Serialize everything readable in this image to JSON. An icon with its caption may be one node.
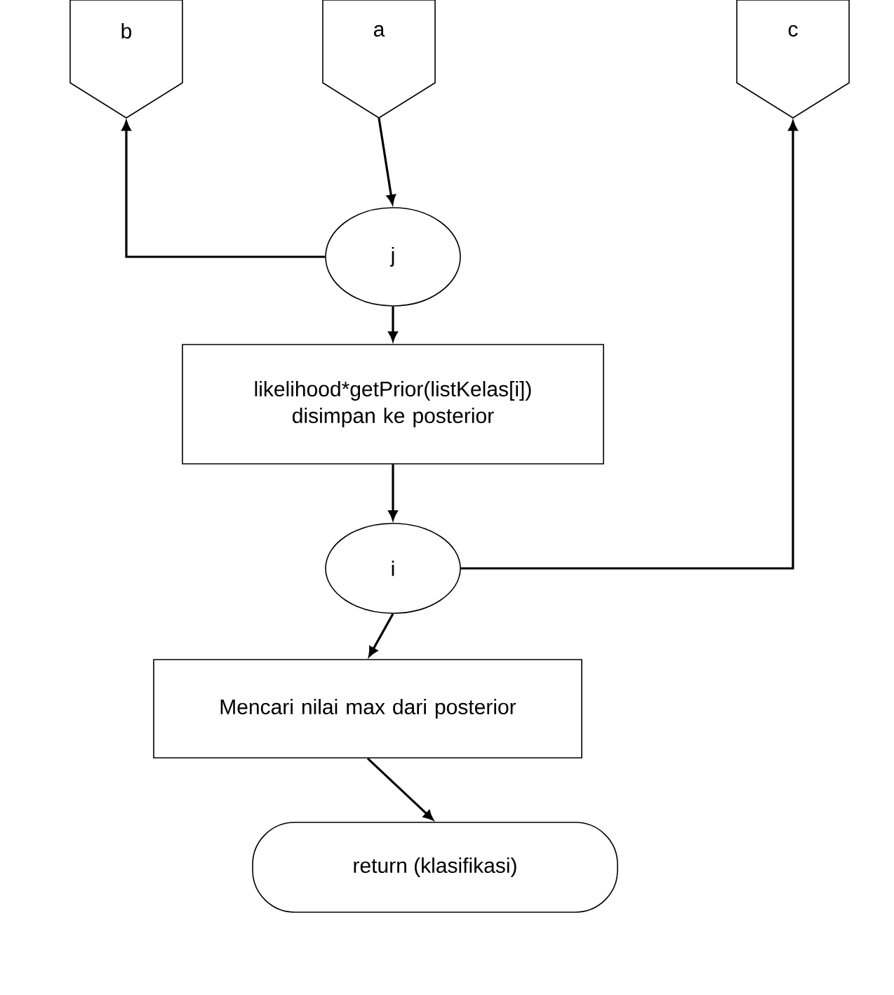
{
  "diagram": {
    "nodes": [
      {
        "text": [
          "b"
        ]
      },
      {
        "text": [
          "a"
        ]
      },
      {
        "text": [
          "c"
        ]
      },
      {
        "text": [
          "j"
        ]
      },
      {
        "text": [
          "likelihood*getPrior(listKelas[i]) disimpan ke posterior"
        ]
      },
      {
        "text": [
          "i"
        ]
      },
      {
        "text": [
          "Mencari nilai max dari posterior"
        ]
      },
      {
        "text": [
          "return (klasifikasi)"
        ]
      }
    ],
    "edges": [
      {
        "from": 1,
        "to": 3,
        "arrow": "to"
      },
      {
        "from": 3,
        "to": 0,
        "arrow": "to"
      },
      {
        "from": 3,
        "to": 4,
        "arrow": "to"
      },
      {
        "from": 4,
        "to": 5,
        "arrow": "to"
      },
      {
        "from": 5,
        "to": 2,
        "arrow": "to"
      },
      {
        "from": 5,
        "to": 6,
        "arrow": "to"
      },
      {
        "from": 6,
        "to": 7,
        "arrow": "to"
      }
    ]
  }
}
